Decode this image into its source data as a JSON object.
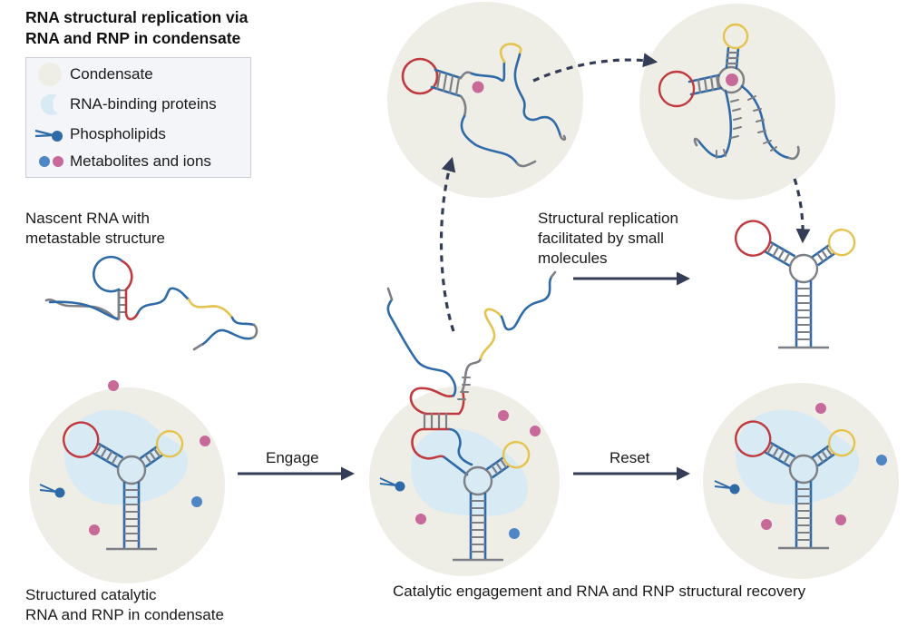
{
  "title": {
    "line1": "RNA structural replication via",
    "line2": "RNA and RNP in condensate"
  },
  "legend": {
    "items": [
      {
        "label": "Condensate",
        "icon": "condensate-circle-icon"
      },
      {
        "label": "RNA-binding proteins",
        "icon": "rna-binding-protein-icon"
      },
      {
        "label": "Phospholipids",
        "icon": "phospholipid-icon"
      },
      {
        "label": "Metabolites and ions",
        "icon": "metabolite-ion-dots-icon"
      }
    ]
  },
  "captions": {
    "nascent_line1": "Nascent RNA with",
    "nascent_line2": "metastable structure",
    "structured_line1": "Structured catalytic",
    "structured_line2": "RNA and RNP in condensate",
    "replication_line1": "Structural replication",
    "replication_line2": "facilitated by small",
    "replication_line3": "molecules",
    "engage": "Engage",
    "reset": "Reset",
    "bottom": "Catalytic engagement and RNA and RNP structural recovery"
  },
  "colors": {
    "condensate": "#efeee6",
    "protein": "#d8eaf3",
    "rna_blue": "#2f6aa8",
    "rna_red": "#c0393f",
    "rna_yellow": "#e5c34f",
    "rna_grey": "#7d7f86",
    "metabolite_pink": "#c76a9a",
    "metabolite_blue": "#4f86c6",
    "arrow": "#333d55",
    "legend_border": "#c9ccd6",
    "legend_bg": "#f4f5f9"
  }
}
